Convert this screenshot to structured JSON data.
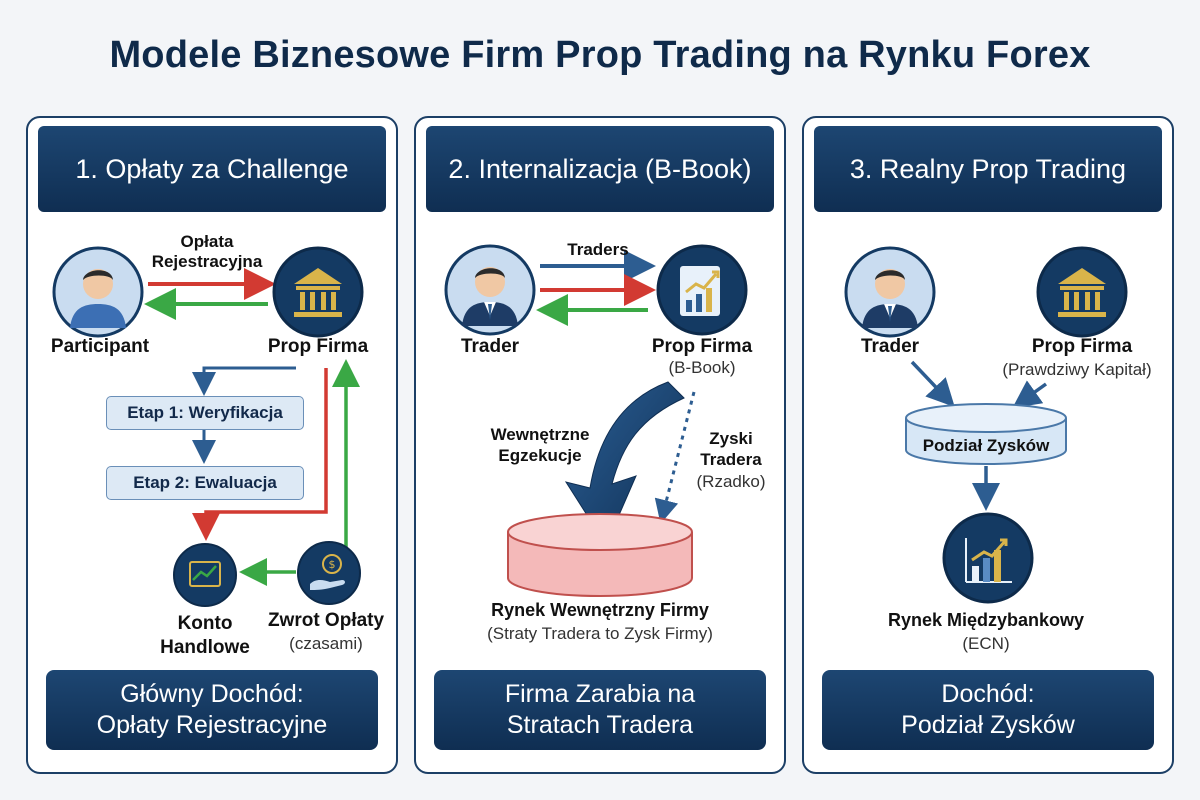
{
  "title": "Modele Biznesowe Firm Prop Trading na Rynku Forex",
  "colors": {
    "navy": "#143a63",
    "arrow_red": "#d23a32",
    "arrow_green": "#3aa845",
    "arrow_blue": "#2d5d91",
    "cylinder_red": "#f4b9b9",
    "cylinder_blue": "#d7e7f6"
  },
  "panels": [
    {
      "header": "1. Opłaty za Challenge",
      "arrow_label": "Opłata\nRejestracyjna",
      "participant_label": "Participant",
      "firm_label": "Prop Firma",
      "step1": "Etap 1: Weryfikacja",
      "step2": "Etap 2: Ewaluacja",
      "account_label": "Konto\nHandlowe",
      "refund_label": "Zwrot Opłaty",
      "refund_sub": "(czasami)",
      "footer": "Główny Dochód:\nOpłaty Rejestracyjne",
      "icons": [
        "person-icon",
        "bank-icon",
        "chart-icon",
        "money-hand-icon"
      ]
    },
    {
      "header": "2. Internalizacja (B-Book)",
      "arrow_label": "Traders",
      "trader_label": "Trader",
      "firm_label": "Prop Firma",
      "firm_sub": "(B-Book)",
      "internal_label": "Wewnętrzne\nEgzekucje",
      "profit_label": "Zyski\nTradera",
      "profit_sub": "(Rzadko)",
      "market_label": "Rynek Wewnętrzny Firmy",
      "market_sub": "(Straty Tradera to Zysk Firmy)",
      "footer": "Firma Zarabia na\nStratach Tradera",
      "icons": [
        "businessman-icon",
        "report-chart-icon"
      ]
    },
    {
      "header": "3. Realny Prop Trading",
      "trader_label": "Trader",
      "firm_label": "Prop Firma",
      "firm_sub": "(Prawdziwy Kapitał)",
      "split_label": "Podział Zysków",
      "market_label": "Rynek Międzybankowy",
      "market_sub": "(ECN)",
      "footer": "Dochód:\nPodział Zysków",
      "icons": [
        "businessman-icon",
        "bank-icon",
        "bar-chart-icon"
      ]
    }
  ]
}
